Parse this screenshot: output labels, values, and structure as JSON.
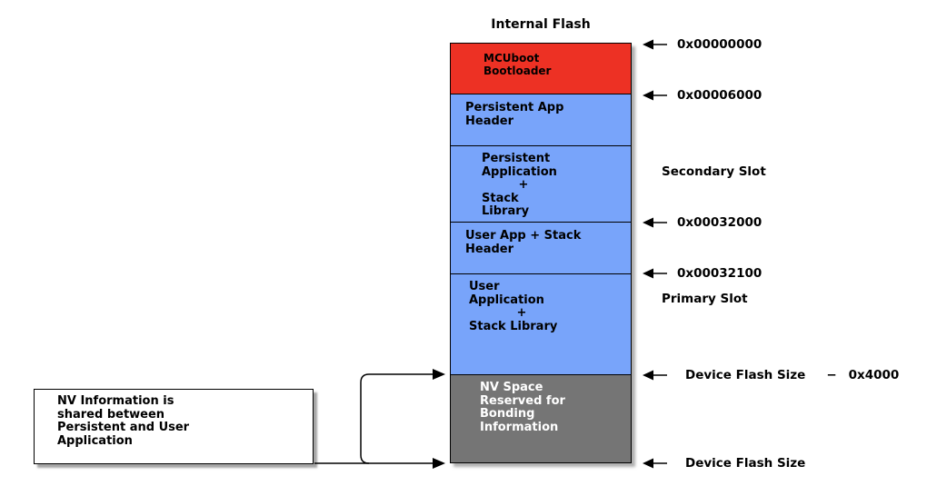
{
  "title": "Internal Flash",
  "colors": {
    "bootloader_red": "#ed3124",
    "slot_blue": "#78a4fa",
    "nv_gray": "#757575",
    "line_black": "#000000",
    "background": "#ffffff"
  },
  "stack": {
    "blocks": [
      {
        "id": "mcuboot-bootloader",
        "line1": "MCUboot",
        "line2": "Bootloader"
      },
      {
        "id": "persistent-app-header",
        "line1": "Persistent App",
        "line2": "Header"
      },
      {
        "id": "persistent-application",
        "line1": "Persistent",
        "line2": "Application",
        "line3": "+",
        "line4": "Stack Library"
      },
      {
        "id": "user-app-stack-header",
        "line1": "User App + Stack",
        "line2": "Header"
      },
      {
        "id": "user-application",
        "line1": "User Application",
        "line2": "+",
        "line3": "Stack Library"
      },
      {
        "id": "nv-space",
        "line1": "NV Space",
        "line2": "Reserved for",
        "line3": "Bonding",
        "line4": "Information"
      }
    ]
  },
  "addresses": [
    {
      "text": "0x00000000"
    },
    {
      "text": "0x00006000"
    },
    {
      "text": "0x00032000"
    },
    {
      "text": "0x00032100"
    },
    {
      "label": "Device Flash Size",
      "operator": "−",
      "offset": "0x4000"
    },
    {
      "text": "Device Flash Size"
    }
  ],
  "slot_labels": {
    "secondary": "Secondary Slot",
    "primary": "Primary Slot"
  },
  "callout": {
    "line1": "NV Information is",
    "line2": "shared between",
    "line3": "Persistent and User",
    "line4": "Application"
  }
}
